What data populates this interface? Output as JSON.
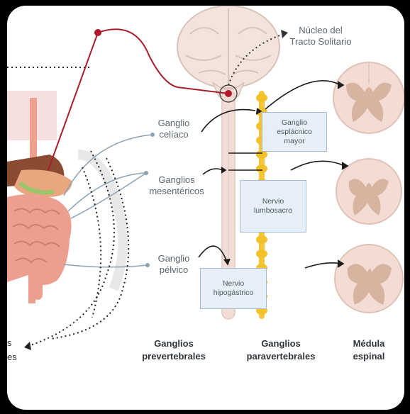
{
  "labels": {
    "nucleus": "Núcleo del\nTracto Solitario",
    "celiac": "Ganglio\ncelíaco",
    "mesenteric": "Ganglios\nmesentéricos",
    "pelvic": "Ganglio\npélvico"
  },
  "boxes": {
    "splanchnic": "Ganglio\nesplácnico\nmayor",
    "lumbosacral": "Nervio\nlumbosacro",
    "hypogastric": "Nervio\nhipogástrico"
  },
  "columns": {
    "prevertebral": "Ganglios\nprevertebrales",
    "paravertebral": "Ganglios\nparavertebrales",
    "spinal": "Médula\nespinal"
  },
  "cutoff_text": {
    "line1": "s",
    "line2": "es"
  }
}
